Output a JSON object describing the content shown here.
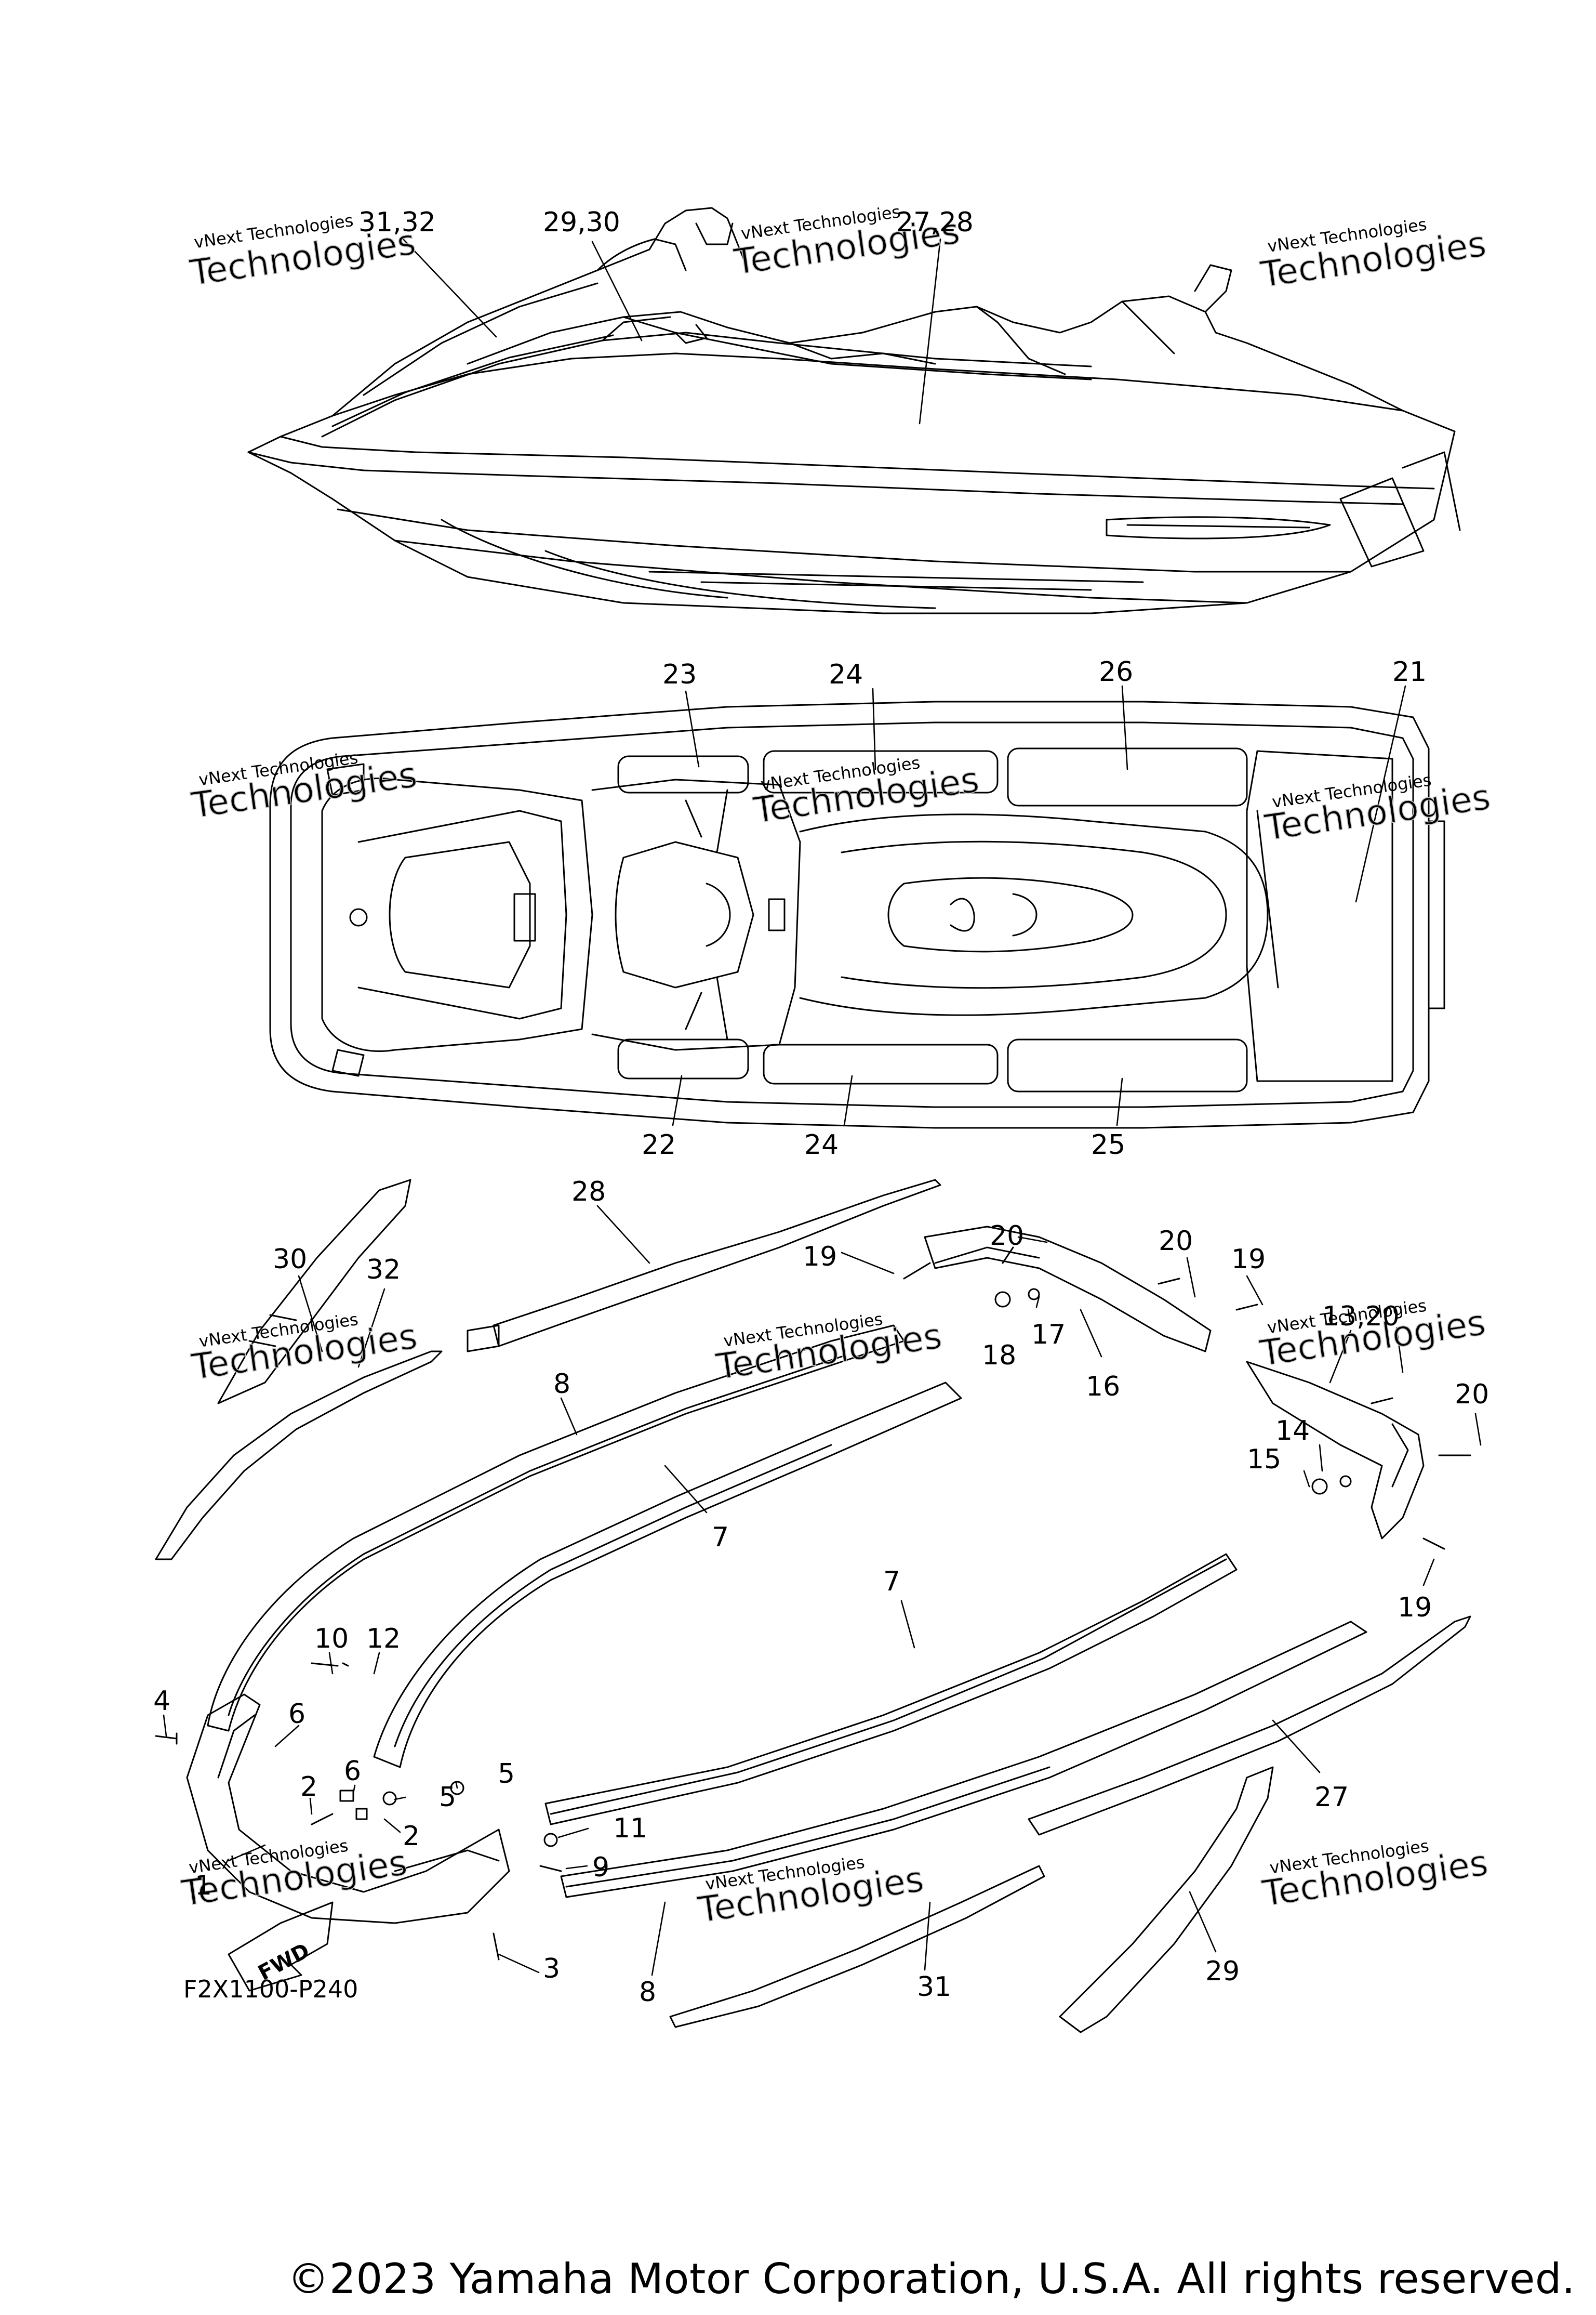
{
  "diagram": {
    "figure_code": "F2X1100-P240",
    "copyright": "©2023 Yamaha Motor Corporation, U.S.A. All rights reserved.",
    "watermark_line1": "vNext Technologies",
    "watermark_big": "Technologies",
    "fwd_label": "FWD",
    "callouts": {
      "c31_32": "31,32",
      "c29_30": "29,30",
      "c27_28": "27,28",
      "c23": "23",
      "c24_top": "24",
      "c26": "26",
      "c21": "21",
      "c22": "22",
      "c24_bot": "24",
      "c25": "25",
      "c30": "30",
      "c28": "28",
      "c32": "32",
      "c20_a": "20",
      "c20_b": "20",
      "c19_a": "19",
      "c19_b": "19",
      "c18": "18",
      "c17": "17",
      "c16": "16",
      "c13_20": "13,20",
      "c20_c": "20",
      "c14": "14",
      "c15": "15",
      "c19_c": "19",
      "c8_top": "8",
      "c7_top": "7",
      "c7_mid": "7",
      "c10": "10",
      "c12": "12",
      "c4": "4",
      "c6_a": "6",
      "c2_a": "2",
      "c6_b": "6",
      "c5_a": "5",
      "c5_b": "5",
      "c2_b": "2",
      "c11": "11",
      "c9": "9",
      "c1": "1",
      "c3": "3",
      "c8_bot": "8",
      "c31": "31",
      "c27": "27",
      "c29": "29"
    }
  }
}
